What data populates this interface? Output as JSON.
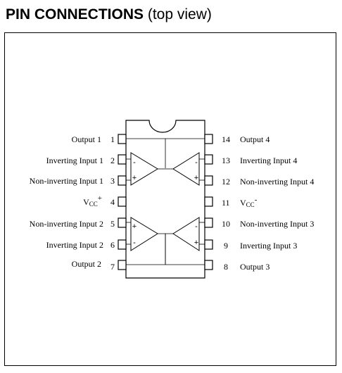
{
  "title": {
    "main": "PIN CONNECTIONS",
    "sub": "(top view)"
  },
  "left_pins": [
    {
      "num": "1",
      "label": "Output 1"
    },
    {
      "num": "2",
      "label": "Inverting Input 1"
    },
    {
      "num": "3",
      "label": "Non-inverting Input 1"
    },
    {
      "num": "4",
      "label": "V",
      "sub": "CC",
      "sup": "+"
    },
    {
      "num": "5",
      "label": "Non-inverting Input 2"
    },
    {
      "num": "6",
      "label": "Inverting Input 2"
    },
    {
      "num": "7",
      "label": "Output 2"
    }
  ],
  "right_pins": [
    {
      "num": "14",
      "label": "Output 4"
    },
    {
      "num": "13",
      "label": "Inverting Input 4"
    },
    {
      "num": "12",
      "label": "Non-inverting Input 4"
    },
    {
      "num": "11",
      "label": "V",
      "sub": "CC",
      "sup": "-"
    },
    {
      "num": "10",
      "label": "Non-inverting Input 3"
    },
    {
      "num": "9",
      "label": "Inverting Input 3"
    },
    {
      "num": "8",
      "label": "Output 3"
    }
  ],
  "opamp_signs": {
    "minus": "-",
    "plus": "+"
  }
}
